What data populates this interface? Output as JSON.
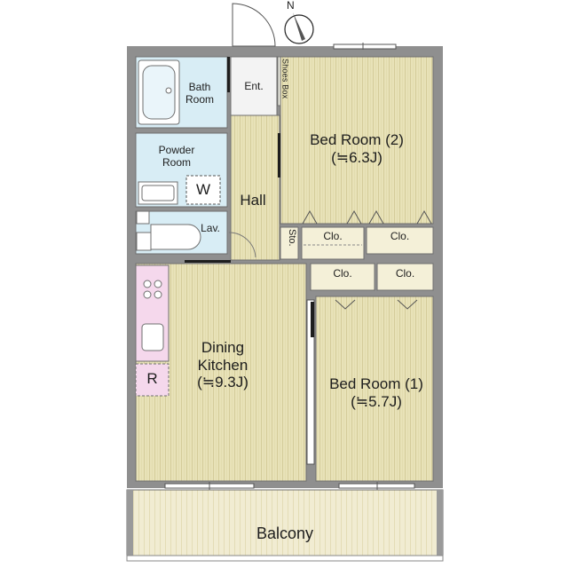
{
  "compass": {
    "letter": "N"
  },
  "rooms": {
    "bed_room_2": {
      "name": "Bed Room (2)",
      "size": "(≒6.3J)"
    },
    "bed_room_1": {
      "name": "Bed Room (1)",
      "size": "(≒5.7J)"
    },
    "dining_kitchen": {
      "line1": "Dining",
      "line2": "Kitchen",
      "size": "(≒9.3J)"
    },
    "hall": {
      "name": "Hall"
    },
    "bath_room": {
      "line1": "Bath",
      "line2": "Room"
    },
    "powder_room": {
      "line1": "Powder",
      "line2": "Room"
    },
    "entrance": {
      "name": "Ent."
    },
    "shoes_box": {
      "name": "Shoes Box"
    },
    "lavatory": {
      "name": "Lav."
    },
    "storage": {
      "name": "Sto."
    },
    "balcony": {
      "name": "Balcony"
    }
  },
  "closets": [
    "Clo.",
    "Clo.",
    "Clo.",
    "Clo."
  ],
  "fixtures": {
    "washer": "W",
    "refrigerator": "R"
  },
  "colors": {
    "wall": "#8c8c8c",
    "floor": "#e7e1b5",
    "wet_area": "#d6ecf4",
    "balcony": "#f0ead3",
    "kitchen_counter": "#f3d7ea"
  }
}
